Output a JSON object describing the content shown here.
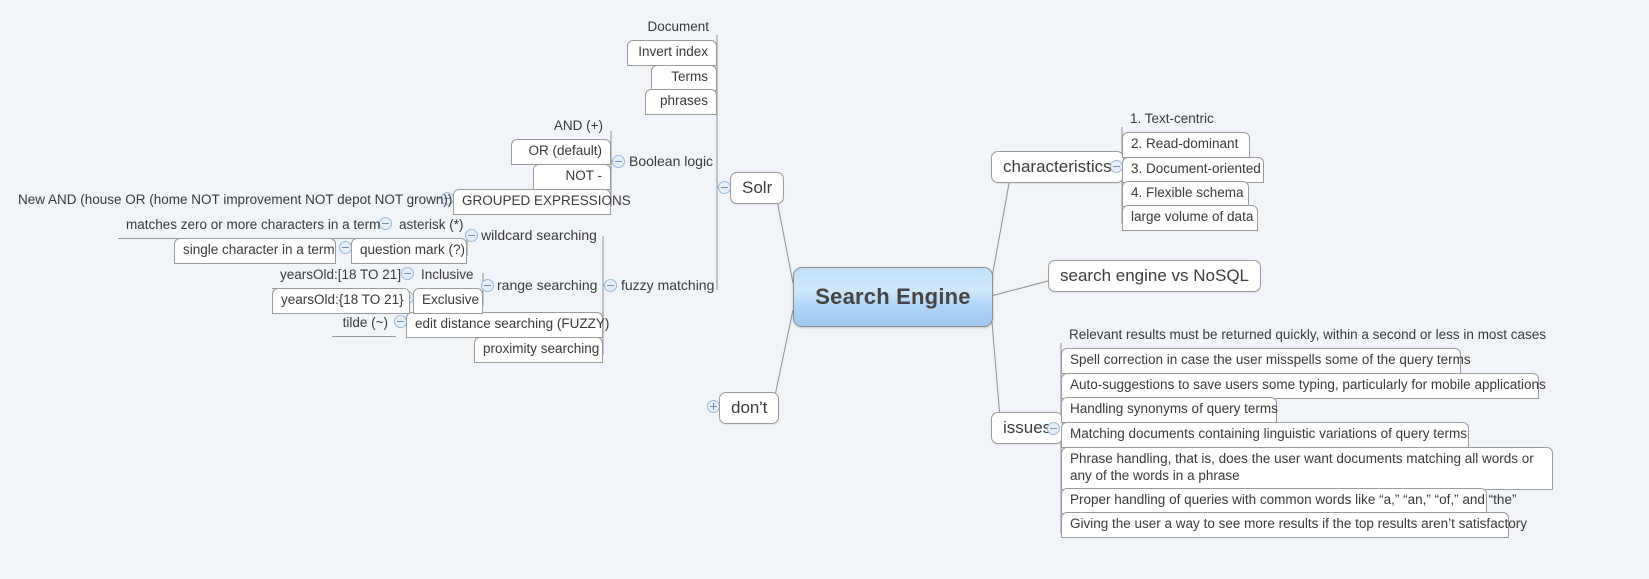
{
  "app": {
    "type": "mindmap",
    "background_color": "#f1f4f8",
    "root_gradient_from": "#cfe7fa",
    "root_gradient_to": "#9ec9f2",
    "toggle_color": "#6f8fb4"
  },
  "root": {
    "label": "Search Engine"
  },
  "branches": {
    "solr": {
      "label": "Solr",
      "toggle": "minus",
      "children": [
        {
          "label": "Document",
          "style": "plain-right"
        },
        {
          "label": "Invert index",
          "style": "boxed"
        },
        {
          "label": "Terms",
          "style": "boxed-right"
        },
        {
          "label": "phrases",
          "style": "boxed"
        },
        {
          "label": "Boolean logic",
          "toggle": "minus",
          "style": "midlabel"
        },
        {
          "label": "fuzzy matching",
          "toggle": "minus",
          "style": "midlabel"
        }
      ]
    },
    "boolean_logic": {
      "label": "Boolean logic",
      "children": [
        {
          "label": "AND (+)",
          "style": "plain-right"
        },
        {
          "label": "OR  (default)",
          "style": "boxed-right"
        },
        {
          "label": "NOT -",
          "style": "boxed-right"
        },
        {
          "label": "GROUPED EXPRESSIONS",
          "toggle": "minus",
          "style": "boxed"
        }
      ]
    },
    "grouped_expressions": {
      "label": "GROUPED EXPRESSIONS",
      "children": [
        {
          "label": "New AND (house OR (home NOT improvement NOT depot NOT grown))"
        }
      ]
    },
    "fuzzy_matching": {
      "label": "fuzzy matching",
      "children": [
        {
          "label": "wildcard searching",
          "toggle": "minus"
        },
        {
          "label": "range searching",
          "toggle": "minus"
        },
        {
          "label": "edit distance searching (FUZZY)",
          "toggle": "minus"
        },
        {
          "label": "proximity searching"
        }
      ]
    },
    "wildcard_searching": {
      "label": "wildcard searching",
      "children": [
        {
          "label": "asterisk (*)",
          "toggle": "minus",
          "note": "matches zero or more characters in a term"
        },
        {
          "label": "question mark (?)",
          "toggle": "minus",
          "note": "single character in a term"
        }
      ]
    },
    "range_searching": {
      "label": "range searching",
      "children": [
        {
          "label": "Inclusive",
          "toggle": "minus",
          "note": "yearsOld:[18 TO 21]"
        },
        {
          "label": "Exclusive",
          "toggle": "minus",
          "note": "yearsOld:{18 TO 21}"
        }
      ]
    },
    "edit_distance": {
      "label": "edit distance searching (FUZZY)",
      "children": [
        {
          "label": "tilde (~)"
        }
      ]
    },
    "dont": {
      "label": "don't",
      "toggle": "plus",
      "children": []
    },
    "characteristics": {
      "label": "characteristics",
      "toggle": "minus",
      "children": [
        {
          "label": "1. Text-centric",
          "style": "plain"
        },
        {
          "label": "2. Read-dominant",
          "style": "boxed"
        },
        {
          "label": "3. Document-oriented",
          "style": "boxed"
        },
        {
          "label": "4. Flexible schema",
          "style": "boxed"
        },
        {
          "label": "large volume of data",
          "style": "boxed"
        }
      ]
    },
    "vs_nosql": {
      "label": "search engine vs NoSQL"
    },
    "issues": {
      "label": "issues",
      "toggle": "minus",
      "children": [
        {
          "label": "Relevant results must be returned quickly, within a second or less in most cases",
          "style": "plain"
        },
        {
          "label": "Spell correction in case the user misspells some of the query terms",
          "style": "boxed"
        },
        {
          "label": "Auto-suggestions to save users some typing, particularly for mobile applications",
          "style": "boxed"
        },
        {
          "label": "Handling synonyms of query terms",
          "style": "boxed"
        },
        {
          "label": "Matching documents containing linguistic variations of query terms",
          "style": "boxed"
        },
        {
          "label": "Phrase handling, that is, does the user want documents matching all words or any of the words in a phrase",
          "style": "boxed-wrap"
        },
        {
          "label": "Proper handling of queries with common words like “a,” “an,” “of,” and “the”",
          "style": "boxed"
        },
        {
          "label": "Giving the user a way to see more results if the top results aren’t satisfactory",
          "style": "boxed"
        }
      ]
    }
  }
}
